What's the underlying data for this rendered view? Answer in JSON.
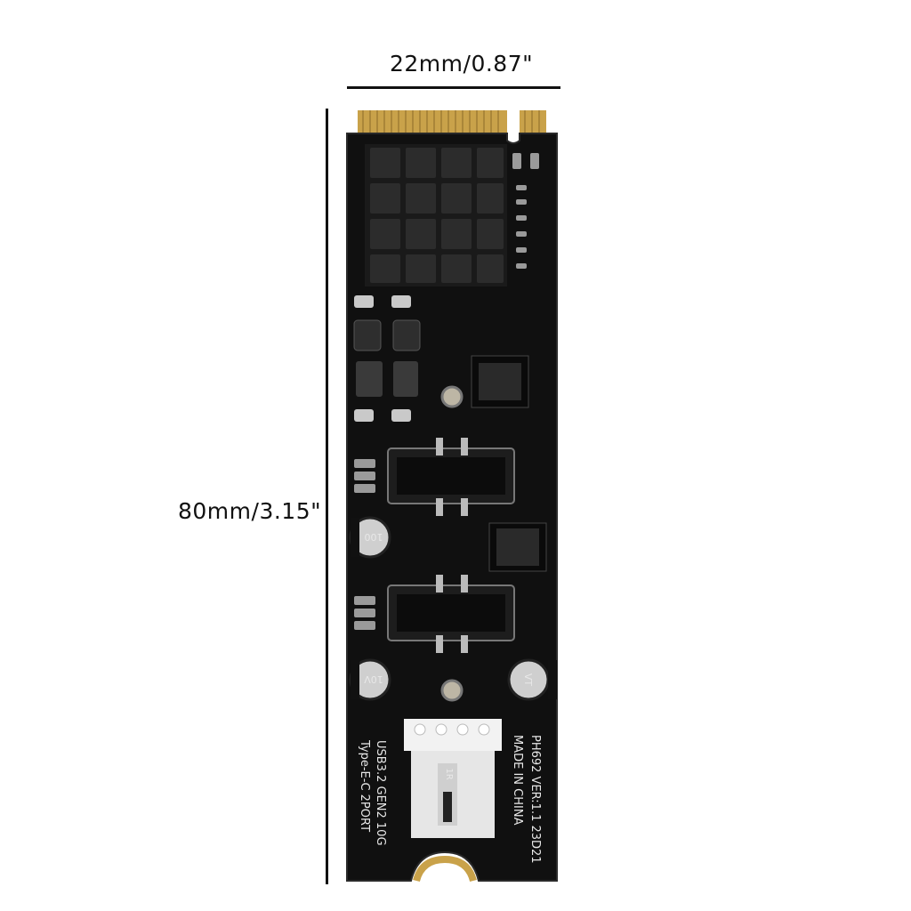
{
  "dimensions": {
    "width": "22mm/0.87\"",
    "height": "80mm/3.15\""
  },
  "board": {
    "model_line": "PH692  VER:1.1  23D21",
    "origin_line": "MADE IN CHINA",
    "spec_line_1": "USB3.2 GEN2 10G",
    "spec_line_2": "Type-E-C 2PORT",
    "cap_label_1": "100",
    "cap_label_2": "10V",
    "cap_label_3": "VT",
    "connector_marking": "1R",
    "pcb_color": "#101010",
    "gold_color": "#c9a24a",
    "heatsink_color": "#1a1a1a",
    "header_color": "#f2f2f2"
  }
}
